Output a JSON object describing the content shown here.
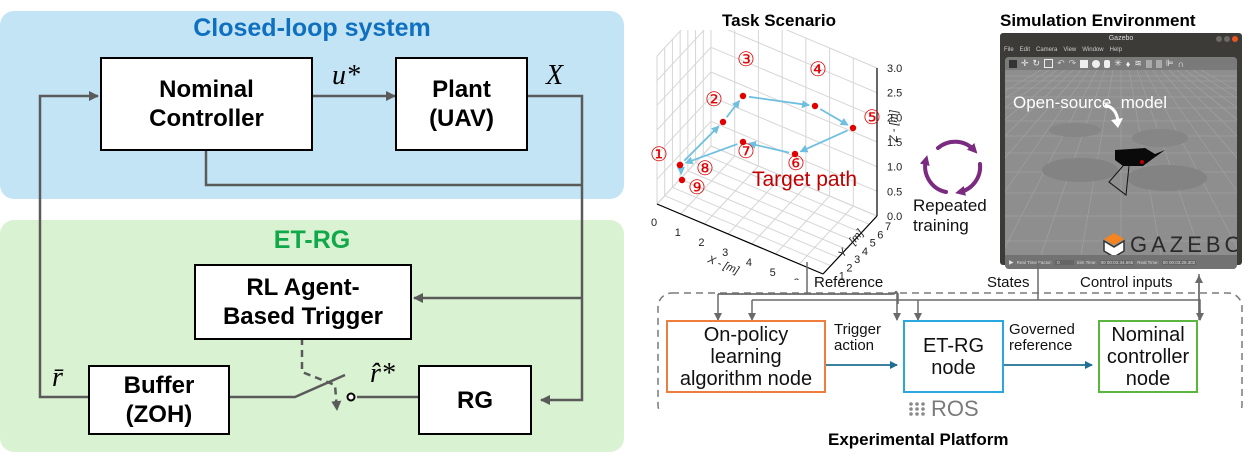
{
  "colors": {
    "closed_loop_bg": "#c3e4f5",
    "closed_loop_title": "#0f70c0",
    "etrg_bg": "#d9f2d2",
    "etrg_title": "#11a84a",
    "wire": "#5a5a5a",
    "orange_node": "#ef7d3d",
    "blue_node": "#29a8df",
    "green_node": "#5bb640",
    "arrow_blue": "#1f6f95",
    "target_red": "#e00000",
    "path_blue": "#6fbfe0",
    "cycle_purple": "#7a2a7f"
  },
  "block_diagram": {
    "closed_loop": {
      "title": "Closed-loop system",
      "nominal_controller": "Nominal\nController",
      "plant": "Plant\n(UAV)",
      "signal_u": "u*",
      "signal_x": "X"
    },
    "etrg": {
      "title": "ET-RG",
      "rl_trigger": "RL Agent-\nBased Trigger",
      "buffer": "Buffer\n(ZOH)",
      "rg": "RG",
      "signal_rbar": "r̄",
      "signal_rhat": "r̂*"
    }
  },
  "task_scenario": {
    "title": "Task Scenario",
    "target_path_label": "Target path",
    "waypoints": [
      "①",
      "②",
      "③",
      "④",
      "⑤",
      "⑥",
      "⑦",
      "⑧",
      "⑨"
    ],
    "x_axis": {
      "label": "X - [m]",
      "ticks": [
        "0",
        "1",
        "2",
        "3",
        "4",
        "5",
        "6",
        "7"
      ]
    },
    "y_axis": {
      "label": "Y - [m]",
      "ticks": [
        "0",
        "1",
        "2",
        "3",
        "4",
        "5",
        "6",
        "7"
      ]
    },
    "z_axis": {
      "label": "Z - [m]",
      "ticks": [
        "0.0",
        "0.5",
        "1.0",
        "1.5",
        "2.0",
        "2.5",
        "3.0"
      ]
    }
  },
  "repeated_training": {
    "label": "Repeated\ntraining"
  },
  "simulation": {
    "title": "Simulation Environment",
    "window_title": "Gazebo",
    "menu": [
      "File",
      "Edit",
      "Camera",
      "View",
      "Window",
      "Help"
    ],
    "annotation": "Open-source  model",
    "brand": "GAZEBO",
    "status": {
      "rtf_label": "Real Time Factor:",
      "rtf_value": "0",
      "sim_time_label": "Sim Time:",
      "sim_time_value": "00 00:03:34.665",
      "real_time_label": "Real Time:",
      "real_time_value": "00 00:03:28.302"
    }
  },
  "platform": {
    "title": "Experimental Platform",
    "ros_label": "ROS",
    "nodes": {
      "learning": "On-policy\nlearning\nalgorithm node",
      "etrg": "ET-RG\nnode",
      "controller": "Nominal\ncontroller\nnode"
    },
    "edges": {
      "reference": "Reference",
      "states": "States",
      "control_inputs": "Control inputs",
      "trigger_action": "Trigger\naction",
      "governed_reference": "Governed\nreference"
    }
  }
}
